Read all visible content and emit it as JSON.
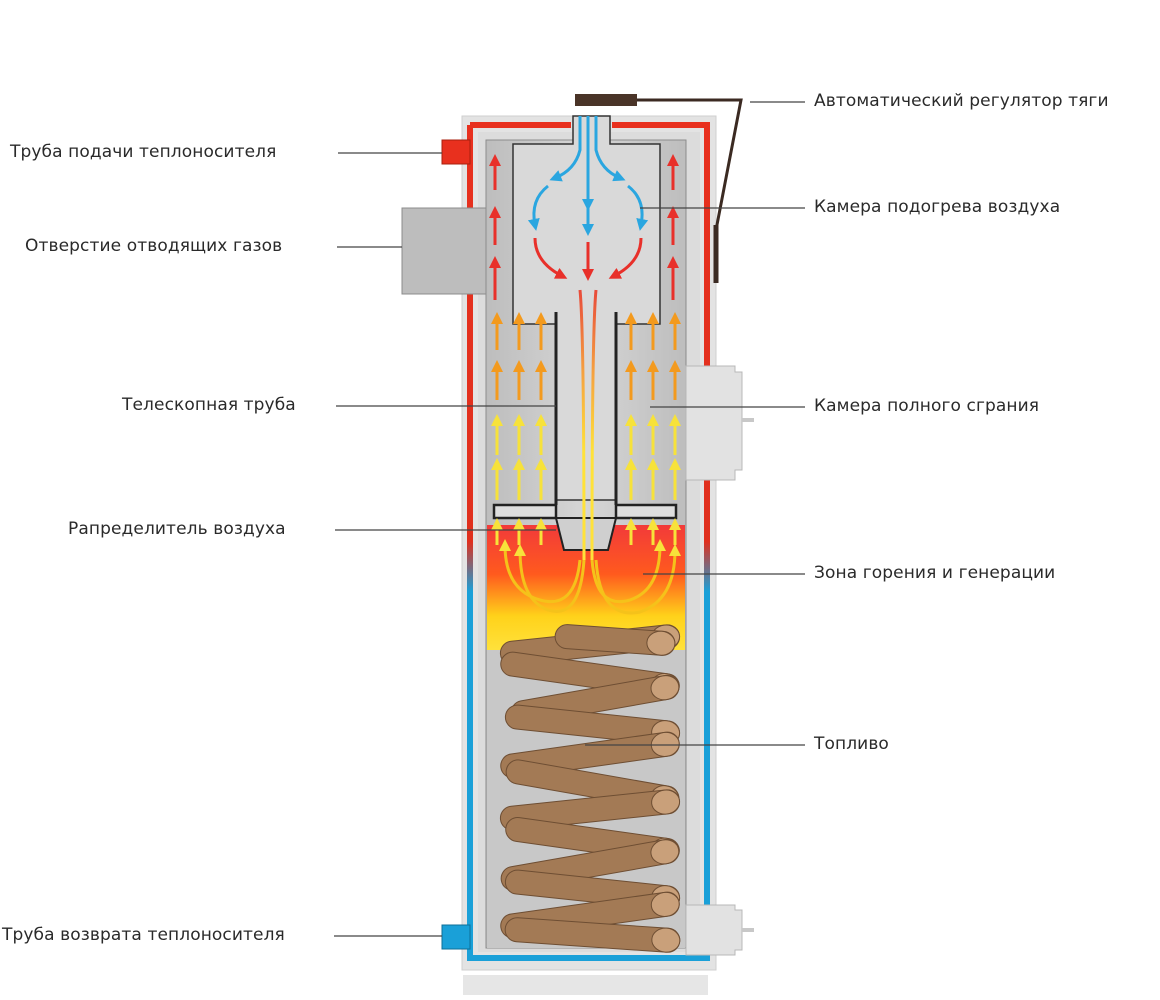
{
  "diagram": {
    "title": "",
    "subject": "Schematic of a long-burning top-combustion solid fuel boiler",
    "labels": {
      "supply_pipe": "Труба подачи теплоносителя",
      "flue_outlet": "Отверстие отводящих газов",
      "telescopic_pipe": "Телескопная труба",
      "air_distributor": "Рапределитель воздуха",
      "return_pipe": "Труба возврата теплоносителя",
      "draft_regulator": "Автоматический регулятор тяги",
      "air_preheat_chamber": "Камера подогрева воздуха",
      "afterburn_chamber": "Камера полного сграния",
      "combustion_zone": "Зона горения  и генерации",
      "fuel": "Топливо"
    },
    "colors": {
      "hot_water": "#e8301e",
      "cold_water": "#1aa0d8",
      "cold_air": "#2aa6e0",
      "hot_air": "#e8302a",
      "flue_gas_hot": "#f39a1e",
      "flue_gas_warm": "#f7e23a",
      "flame": "#ffdf20",
      "fuel_wood": "#a37a55",
      "body_gray": "#c9c9c9",
      "regulator": "#3b2a22"
    }
  }
}
